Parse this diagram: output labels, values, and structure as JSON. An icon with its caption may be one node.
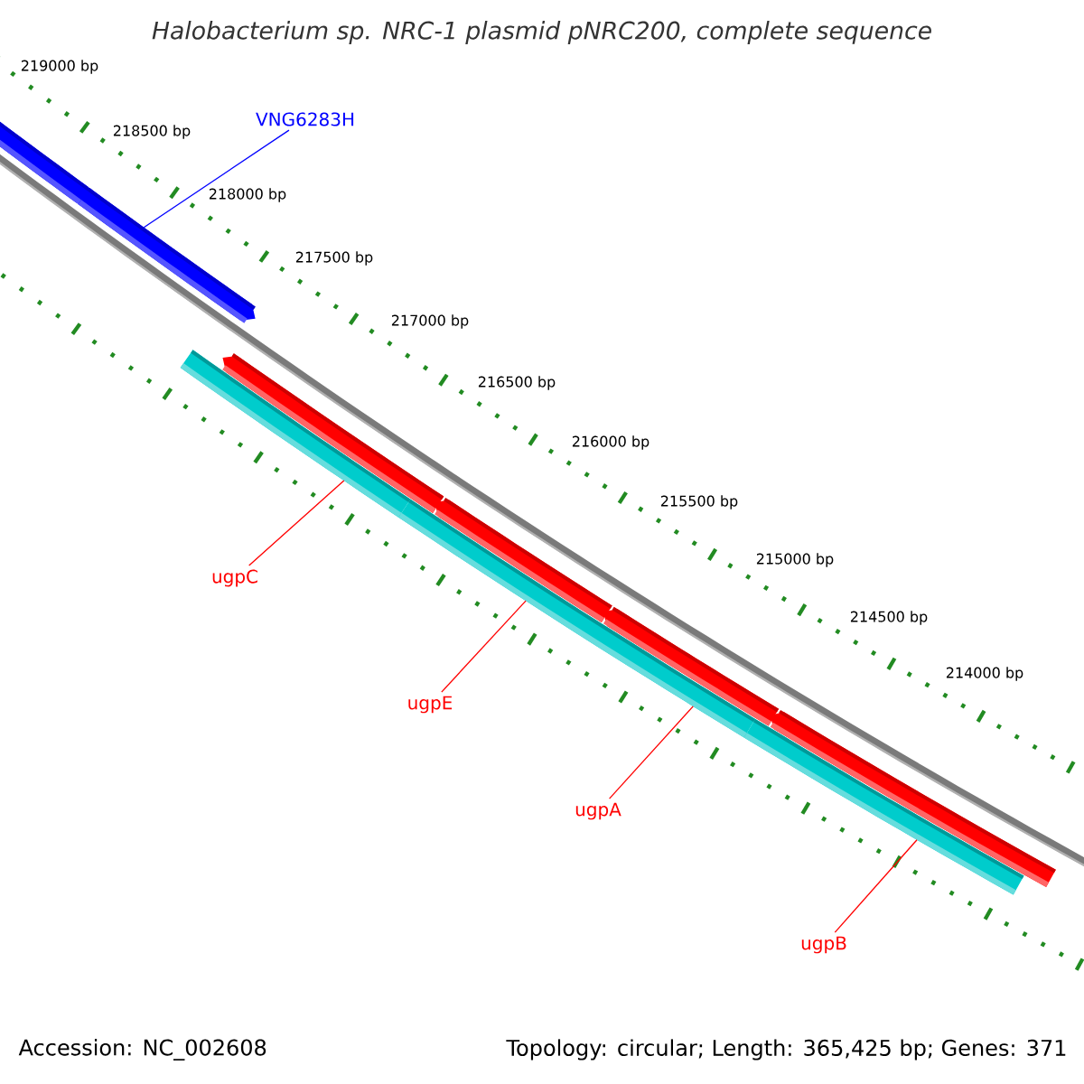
{
  "diagram": {
    "title": "Halobacterium sp. NRC-1 plasmid pNRC200, complete sequence",
    "nodes": [
      {
        "text": [
          "VNG6283H"
        ]
      },
      {
        "text": [
          "ugpC"
        ]
      },
      {
        "text": [
          "ugpE"
        ]
      },
      {
        "text": [
          "ugpA"
        ]
      },
      {
        "text": [
          "ugpB"
        ]
      },
      {
        "text": [],
        "shape": "arrow"
      },
      {
        "text": [],
        "shape": "arrow"
      },
      {
        "text": [],
        "shape": "arrow"
      },
      {
        "text": [],
        "shape": "arrow"
      },
      {
        "text": [],
        "shape": "arrow"
      },
      {
        "text": [],
        "shape": "arrow"
      },
      {
        "text": [],
        "shape": "bar"
      },
      {
        "text": [],
        "shape": "bar"
      },
      {
        "text": [],
        "shape": "bar"
      }
    ],
    "edges": [
      {
        "from": 0,
        "to": 6,
        "arrow": "none",
        "color": "#0000ff"
      },
      {
        "from": 1,
        "to": 11,
        "arrow": "none"
      },
      {
        "from": 2,
        "to": 12,
        "arrow": "none"
      },
      {
        "from": 3,
        "to": 12,
        "arrow": "none"
      },
      {
        "from": 4,
        "to": 13,
        "arrow": "none"
      }
    ],
    "labels": [
      "219000 bp",
      "218500 bp",
      "218000 bp",
      "217500 bp",
      "217000 bp",
      "216500 bp",
      "216000 bp",
      "215500 bp",
      "215000 bp",
      "214500 bp",
      "214000 bp",
      "Accession: NC_002608",
      "Topology: circular; Length: 365,425 bp; Genes: 371"
    ]
  }
}
